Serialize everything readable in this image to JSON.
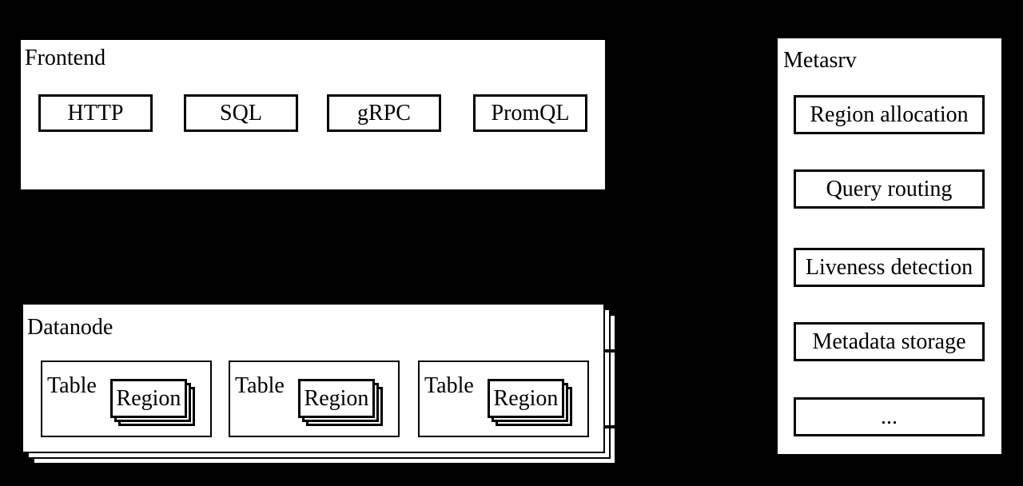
{
  "diagram": {
    "background_color": "#000000",
    "panel_fill": "#ffffff",
    "stroke_color": "#000000"
  },
  "frontend": {
    "label": "Frontend",
    "protocols": [
      {
        "label": "HTTP"
      },
      {
        "label": "SQL"
      },
      {
        "label": "gRPC"
      },
      {
        "label": "PromQL"
      }
    ]
  },
  "metasrv": {
    "label": "Metasrv",
    "responsibilities": [
      {
        "label": "Region allocation"
      },
      {
        "label": "Query routing"
      },
      {
        "label": "Liveness detection"
      },
      {
        "label": "Metadata storage"
      },
      {
        "label": "..."
      }
    ]
  },
  "datanode": {
    "label": "Datanode",
    "tables": [
      {
        "label": "Table",
        "region": {
          "label": "Region"
        }
      },
      {
        "label": "Table",
        "region": {
          "label": "Region"
        }
      },
      {
        "label": "Table",
        "region": {
          "label": "Region"
        }
      }
    ]
  }
}
